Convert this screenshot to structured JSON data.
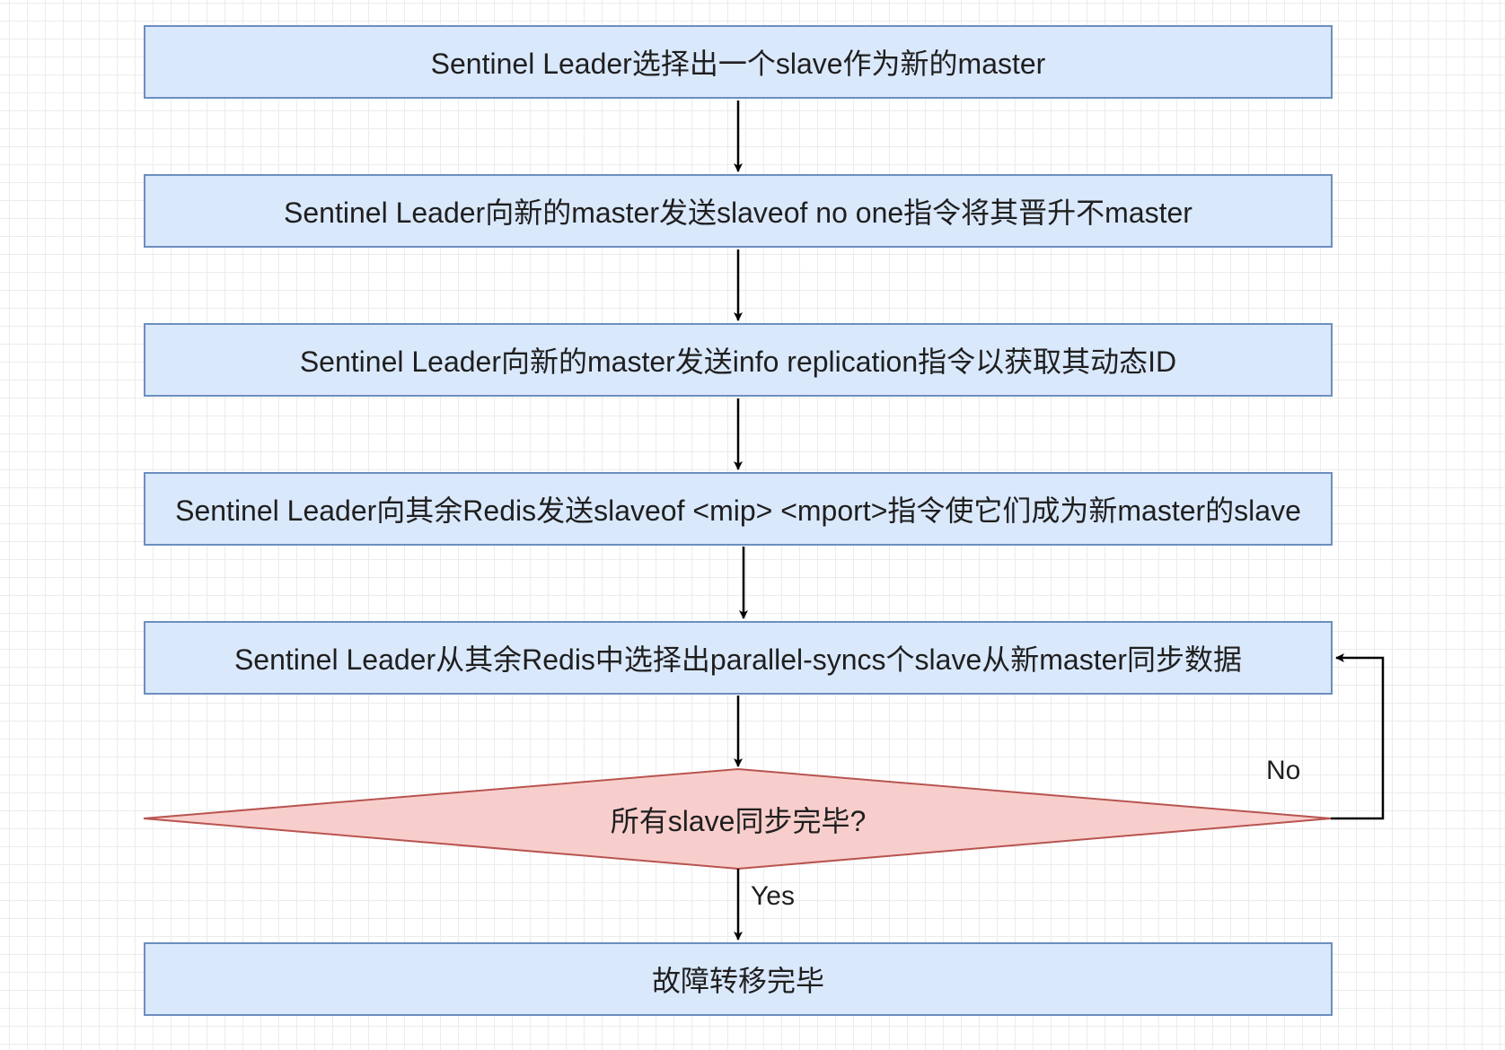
{
  "diagram": {
    "steps": [
      "Sentinel Leader选择出一个slave作为新的master",
      "Sentinel Leader向新的master发送slaveof no one指令将其晋升不master",
      "Sentinel Leader向新的master发送info replication指令以获取其动态ID",
      "Sentinel Leader向其余Redis发送slaveof <mip> <mport>指令使它们成为新master的slave",
      "Sentinel Leader从其余Redis中选择出parallel-syncs个slave从新master同步数据"
    ],
    "decision": "所有slave同步完毕?",
    "decision_no_label": "No",
    "decision_yes_label": "Yes",
    "end": "故障转移完毕",
    "colors": {
      "process_fill": "#dae8fc",
      "process_stroke": "#6c8ebf",
      "decision_fill": "#f8cecc",
      "decision_stroke": "#b85450",
      "edge": "#000000"
    }
  }
}
